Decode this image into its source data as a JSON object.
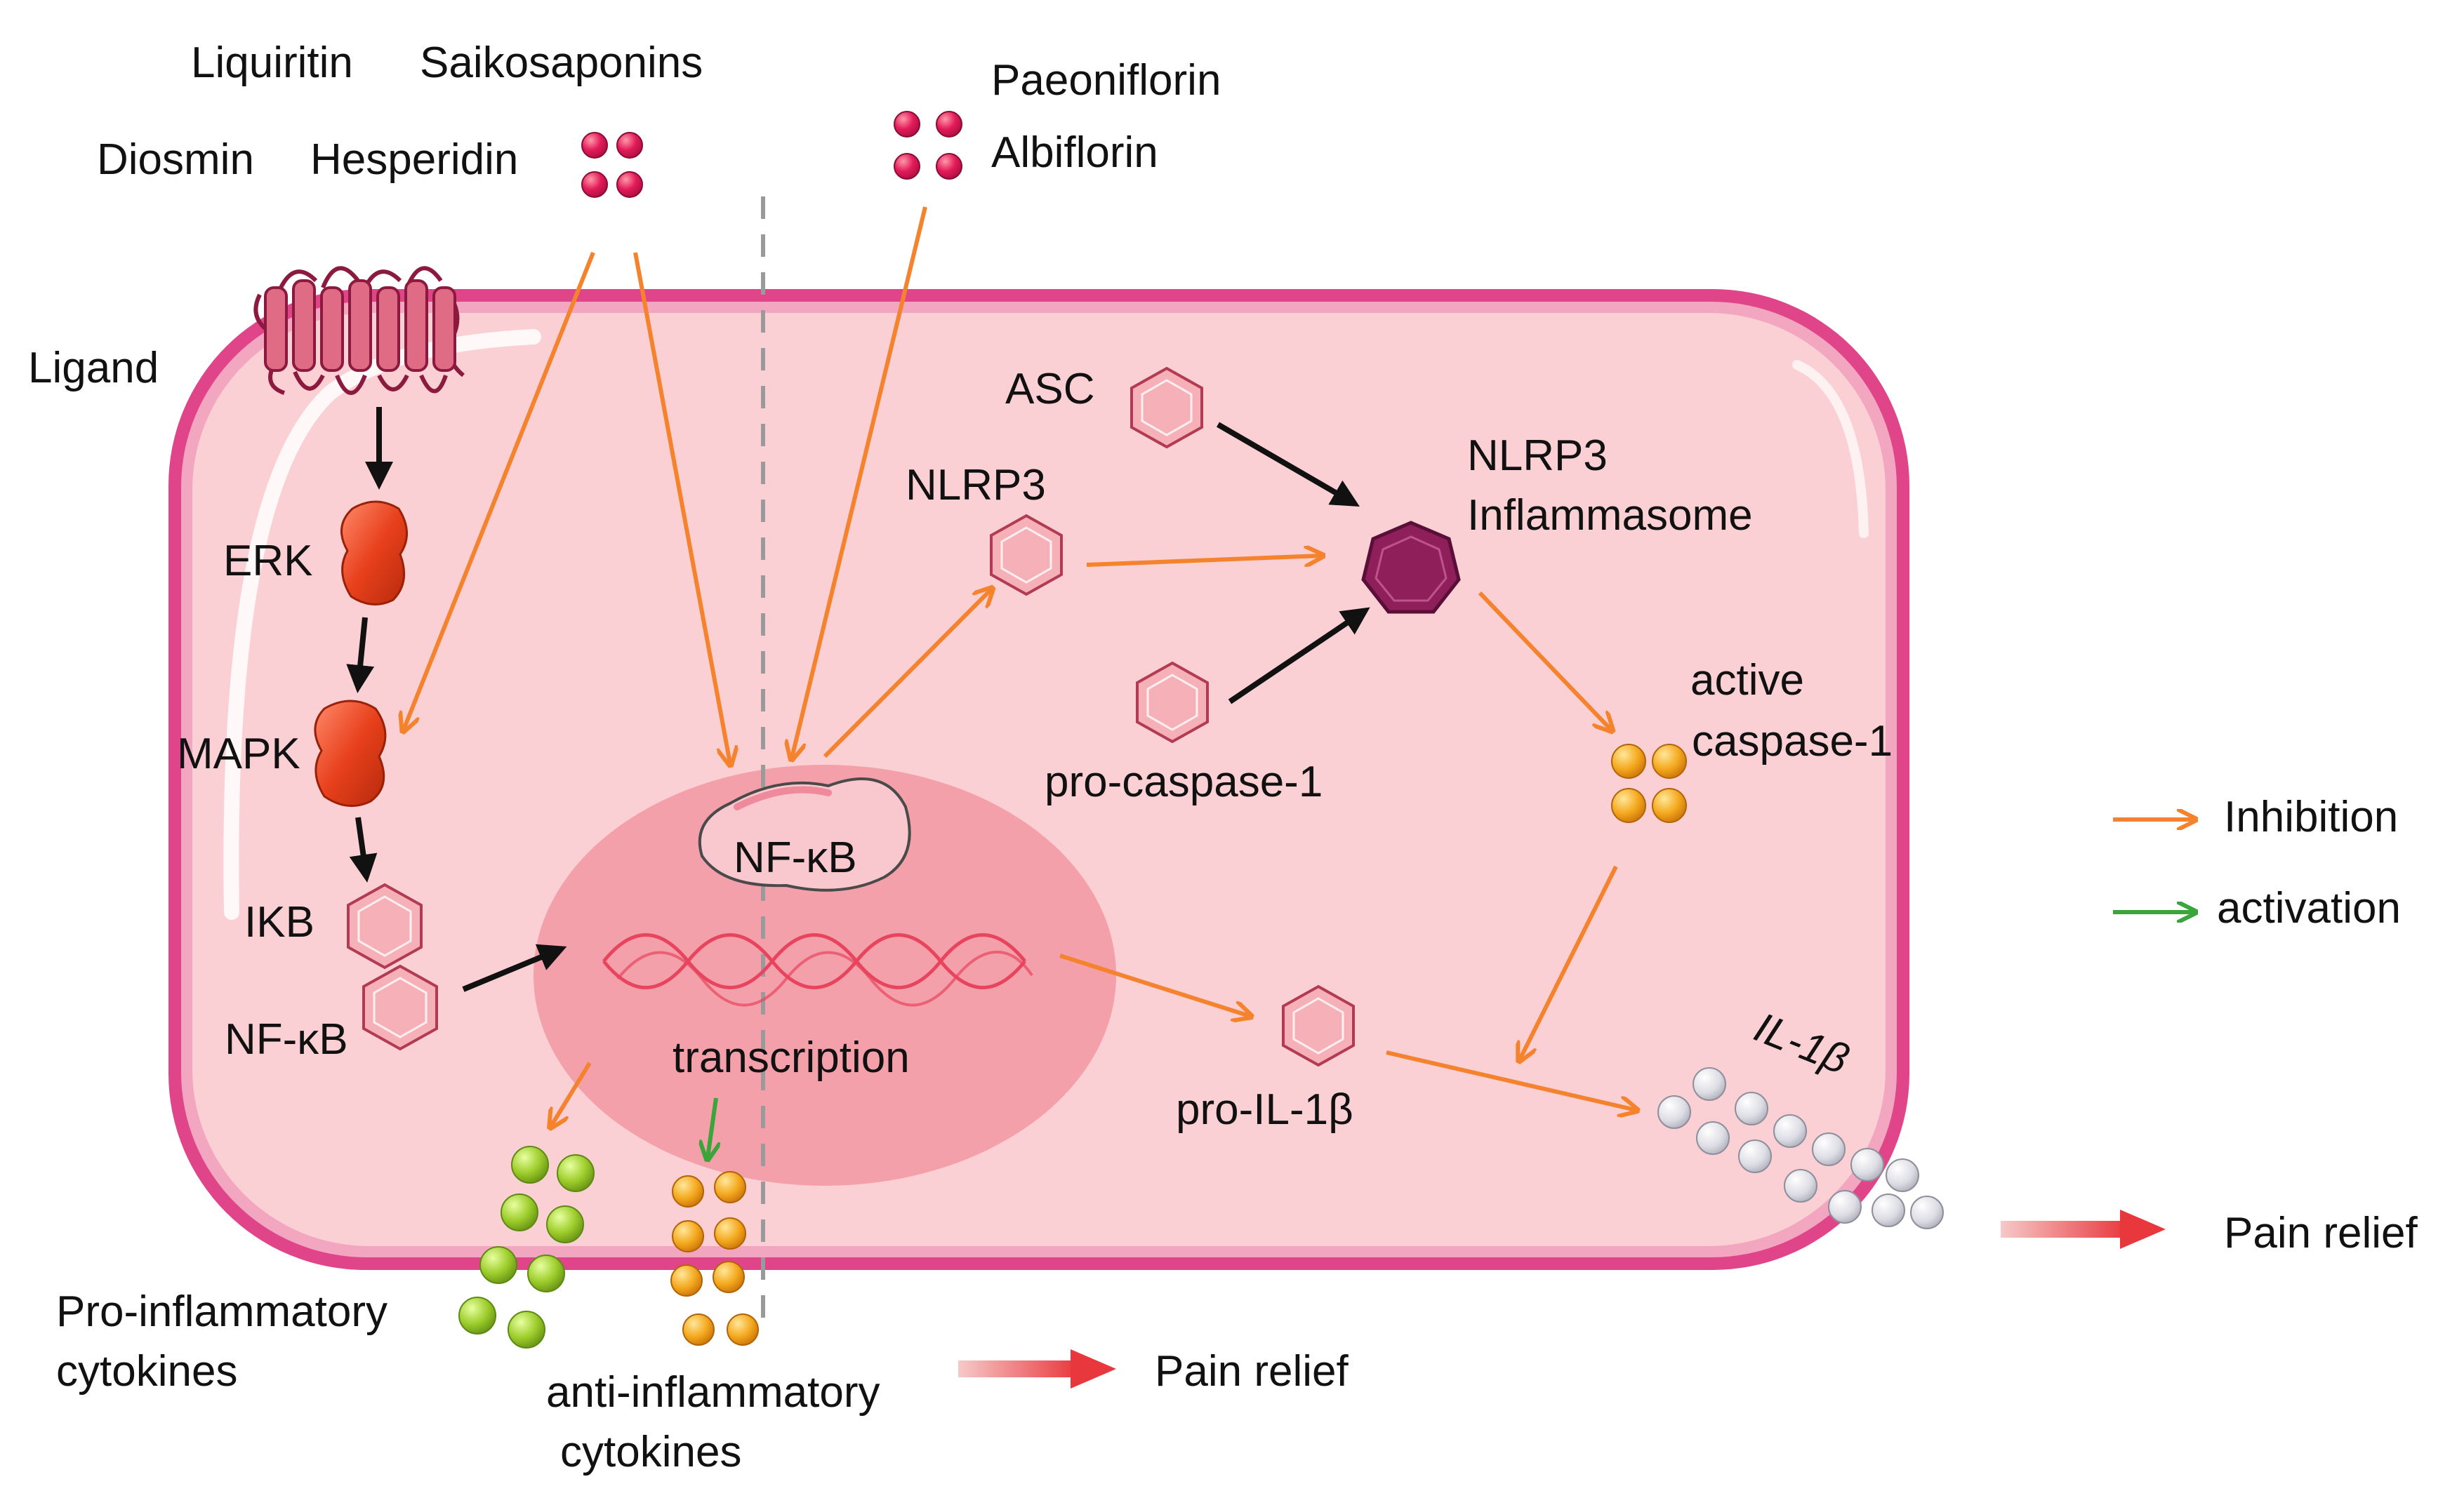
{
  "compounds": {
    "liquiritin": "Liquiritin",
    "saikosaponins": "Saikosaponins",
    "diosmin": "Diosmin",
    "hesperidin": "Hesperidin",
    "paeoniflorin": "Paeoniflorin",
    "albiflorin": "Albiflorin"
  },
  "receptor": {
    "label": "Ligand"
  },
  "pathway": {
    "erk": "ERK",
    "mapk": "MAPK",
    "ikb": "IKB",
    "nfkb_cytoplasm": "NF-κB"
  },
  "nucleus": {
    "nfkb": "NF-κB",
    "transcription": "transcription"
  },
  "inflammasome": {
    "asc": "ASC",
    "nlrp3": "NLRP3",
    "complex_line1": "NLRP3",
    "complex_line2": "Inflammasome",
    "pro_caspase": "pro-caspase-1",
    "active_caspase_line1": "active",
    "active_caspase_line2": "caspase-1",
    "pro_il1b": "pro-IL-1β",
    "il1b": "IL-1β"
  },
  "cytokines": {
    "pro_line1": "Pro-inflammatory",
    "pro_line2": "cytokines",
    "anti_line1": "anti-inflammatory",
    "anti_line2": "cytokines"
  },
  "outcomes": {
    "pain_relief_bottom": "Pain relief",
    "pain_relief_right": "Pain relief"
  },
  "legend": {
    "inhibition": "Inhibition",
    "activation": "activation"
  },
  "colors": {
    "inhibition_arrow": "#f5822d",
    "activation_arrow": "#3aa53a",
    "membrane": "#e0458a",
    "cytoplasm": "#fbd0d4",
    "nucleus": "#f4a0aa",
    "protein_hex": "#f6b0b8",
    "inflammasome": "#8e1f5a",
    "kinase": "#e8401c",
    "compound_dot": "#d4145a",
    "pro_cytokine": "#9ccc2a",
    "anti_cytokine": "#f4a81d",
    "il1b_dot": "#dcdce4",
    "pain_arrow": "#e8383d"
  }
}
